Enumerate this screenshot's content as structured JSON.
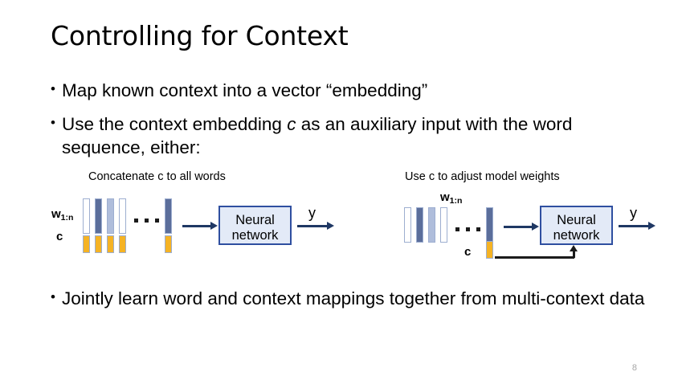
{
  "slide": {
    "title": "Controlling for Context",
    "page_number": "8",
    "background_color": "#FFFFFF"
  },
  "bullets": [
    {
      "id": "bullet-1",
      "marker": "•",
      "text": "Map known context into a vector “embedding”"
    },
    {
      "id": "bullet-2",
      "marker": "•",
      "text_before_italic": "Use the context embedding ",
      "italic": "c",
      "text_after_italic": " as an auxiliary input with the word sequence, either:"
    },
    {
      "id": "bullet-3",
      "marker": "•",
      "text": "Jointly learn word and context mappings together from multi-context data"
    }
  ],
  "diagram_left": {
    "caption": "Concatenate c to all words",
    "word_label": "w",
    "word_label_sub": "1:n",
    "context_label": "c",
    "word_bars": [
      "white",
      "dark",
      "light",
      "white",
      "dark"
    ],
    "context_bars": 5,
    "ellipsis": "• • •",
    "box_line_1": "Neural",
    "box_line_2": "network",
    "output_label": "y"
  },
  "diagram_right": {
    "caption": "Use c to adjust model weights",
    "word_label": "w",
    "word_label_sub": "1:n",
    "context_label": "c",
    "word_bars": [
      "white",
      "dark",
      "light",
      "white",
      "dark"
    ],
    "context_bars": 1,
    "ellipsis": "• • •",
    "box_line_1": "Neural",
    "box_line_2": "network",
    "output_label": "y"
  },
  "colors": {
    "bar_border": "#9DAED0",
    "bar_fill_dark": "#5B6E9B",
    "bar_fill_light": "#AFBDDB",
    "context_bar": "#F5B324",
    "box_border": "#2F4FA0",
    "box_fill": "#E3EAF7",
    "arrow": "#1F3864",
    "page_number": "#A6A6A6"
  }
}
